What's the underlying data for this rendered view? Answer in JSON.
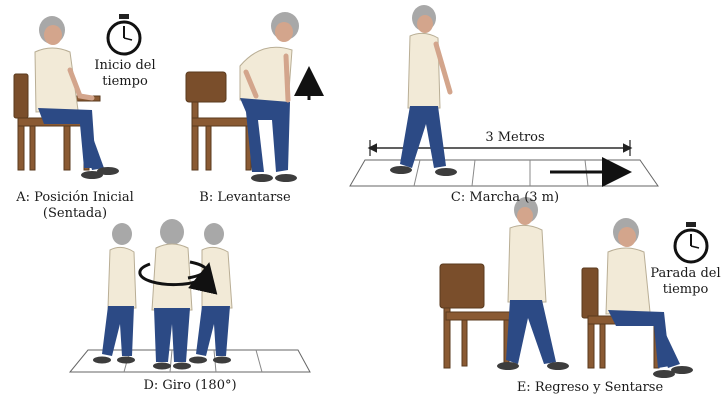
{
  "panels": {
    "a": {
      "caption_line1": "A: Posición Inicial",
      "caption_line2": "(Sentada)",
      "timer_line1": "Inicio del",
      "timer_line2": "tiempo"
    },
    "b": {
      "caption": "B: Levantarse"
    },
    "c": {
      "caption": "C: Marcha (3 m)",
      "distance": "3 Metros"
    },
    "d": {
      "caption": "D: Giro (180°)"
    },
    "e": {
      "caption": "E: Regreso y Sentarse",
      "timer_line1": "Parada del",
      "timer_line2": "tiempo"
    }
  },
  "colors": {
    "hair": "#a8a8a8",
    "skin": "#d3a58c",
    "blouse": "#f2ead7",
    "pants": "#2c4a85",
    "shoes": "#3d3d3d",
    "chair": "#8a5a33",
    "chair_dark": "#6e4423",
    "floor_line": "#666666"
  },
  "icons": [
    "stopwatch-icon",
    "up-arrow-icon",
    "walking-arrow-icon",
    "rotation-arrow-icon"
  ]
}
